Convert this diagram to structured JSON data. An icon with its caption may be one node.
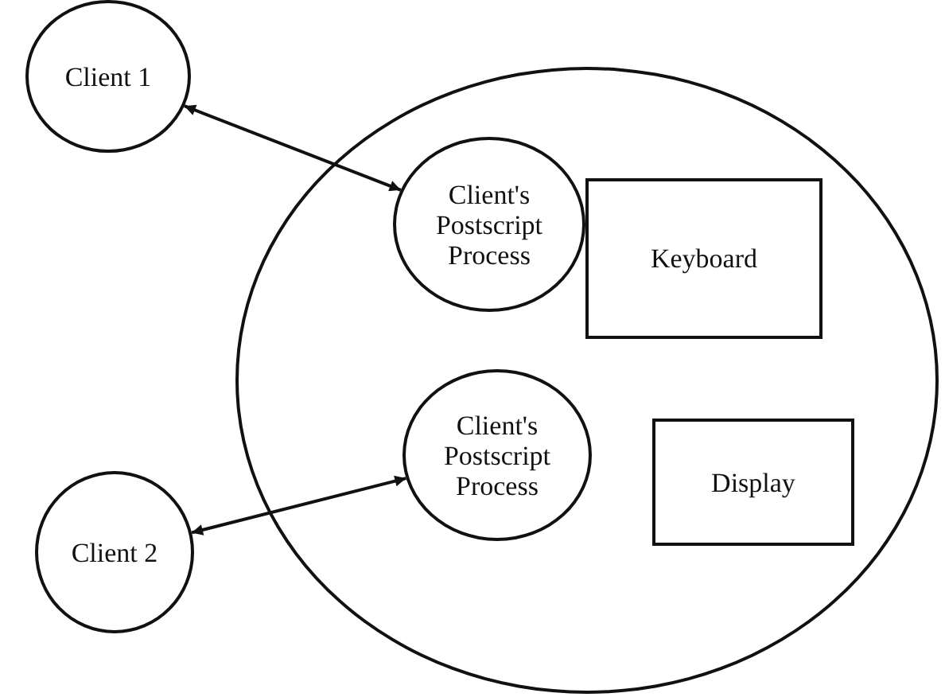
{
  "diagram": {
    "nodes": [
      {
        "text": [
          "Client 1"
        ]
      },
      {
        "text": [],
        "shape": "circle"
      },
      {
        "text": [
          "Client's Postscript Process"
        ],
        "in": 1
      },
      {
        "text": [
          "Keyboard"
        ],
        "in": 1
      },
      {
        "text": [
          "Client's Postscript Process"
        ],
        "in": 1
      },
      {
        "text": [
          "Display"
        ],
        "in": 1
      },
      {
        "text": [
          "Client 2"
        ]
      }
    ],
    "edges": [
      {
        "from": 0,
        "to": 2,
        "arrow": "both"
      },
      {
        "from": 6,
        "to": 4,
        "arrow": "both"
      }
    ]
  }
}
